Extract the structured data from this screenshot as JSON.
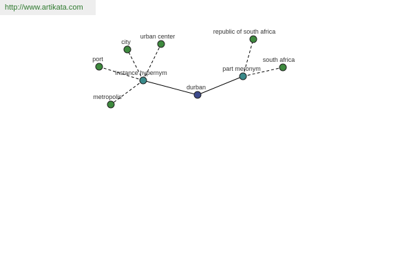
{
  "source_url": "http://www.artikata.com",
  "colors": {
    "center_node": "#3d4a8c",
    "relation_node": "#3a8a8a",
    "leaf_node": "#3e8a3e",
    "banner_text": "#2f7a2f"
  },
  "nodes": {
    "center": {
      "label": "durban"
    },
    "instance_hypernym": {
      "label": "instance hypernym"
    },
    "part_meronym": {
      "label": "part meronym"
    },
    "city": {
      "label": "city"
    },
    "urban_center": {
      "label": "urban center"
    },
    "port": {
      "label": "port"
    },
    "metropolis": {
      "label": "metropolis"
    },
    "republic_of_south_africa": {
      "label": "republic of south africa"
    },
    "south_africa": {
      "label": "south africa"
    }
  }
}
